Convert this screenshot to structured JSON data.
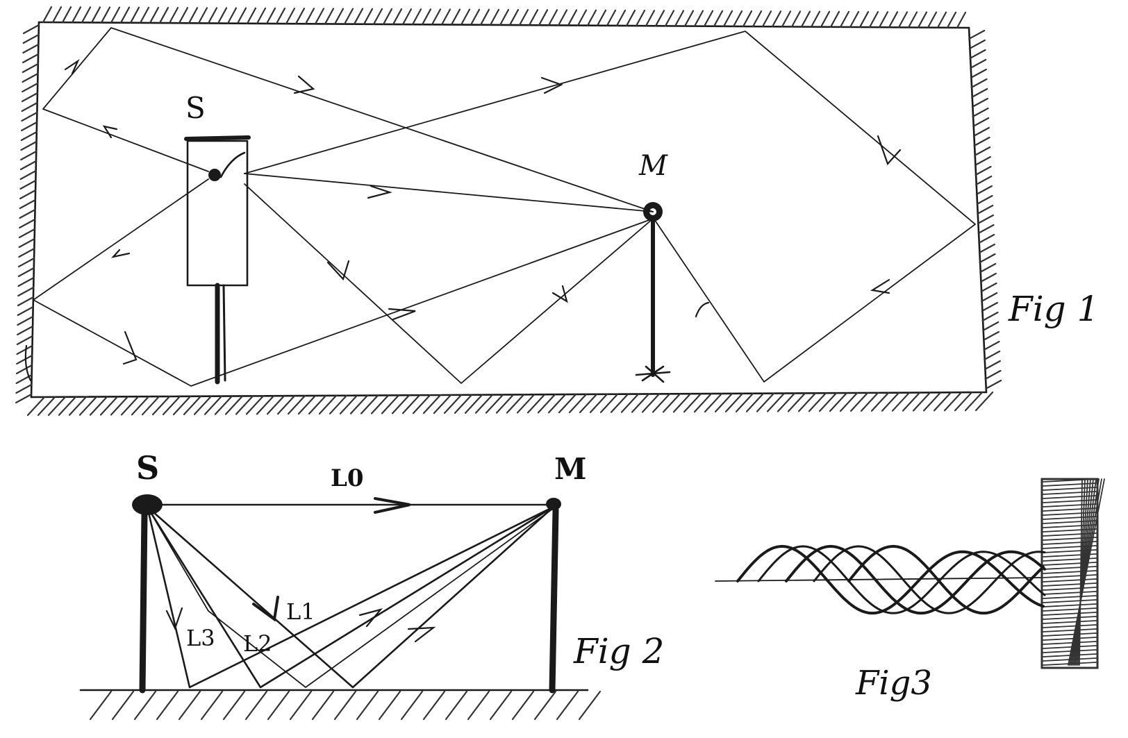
{
  "labels": {
    "fig1_source": "S",
    "fig1_mic": "M",
    "fig1_caption": "Fig 1",
    "fig2_source": "S",
    "fig2_mic": "M",
    "fig2_direct": "L0",
    "fig2_path1": "L1",
    "fig2_path2": "L2",
    "fig2_path3": "L3",
    "fig2_caption": "Fig 2",
    "fig3_caption": "Fig3"
  },
  "colors": {
    "ink": "#1a1a1a",
    "hatch": "#333333",
    "background": "#ffffff"
  }
}
